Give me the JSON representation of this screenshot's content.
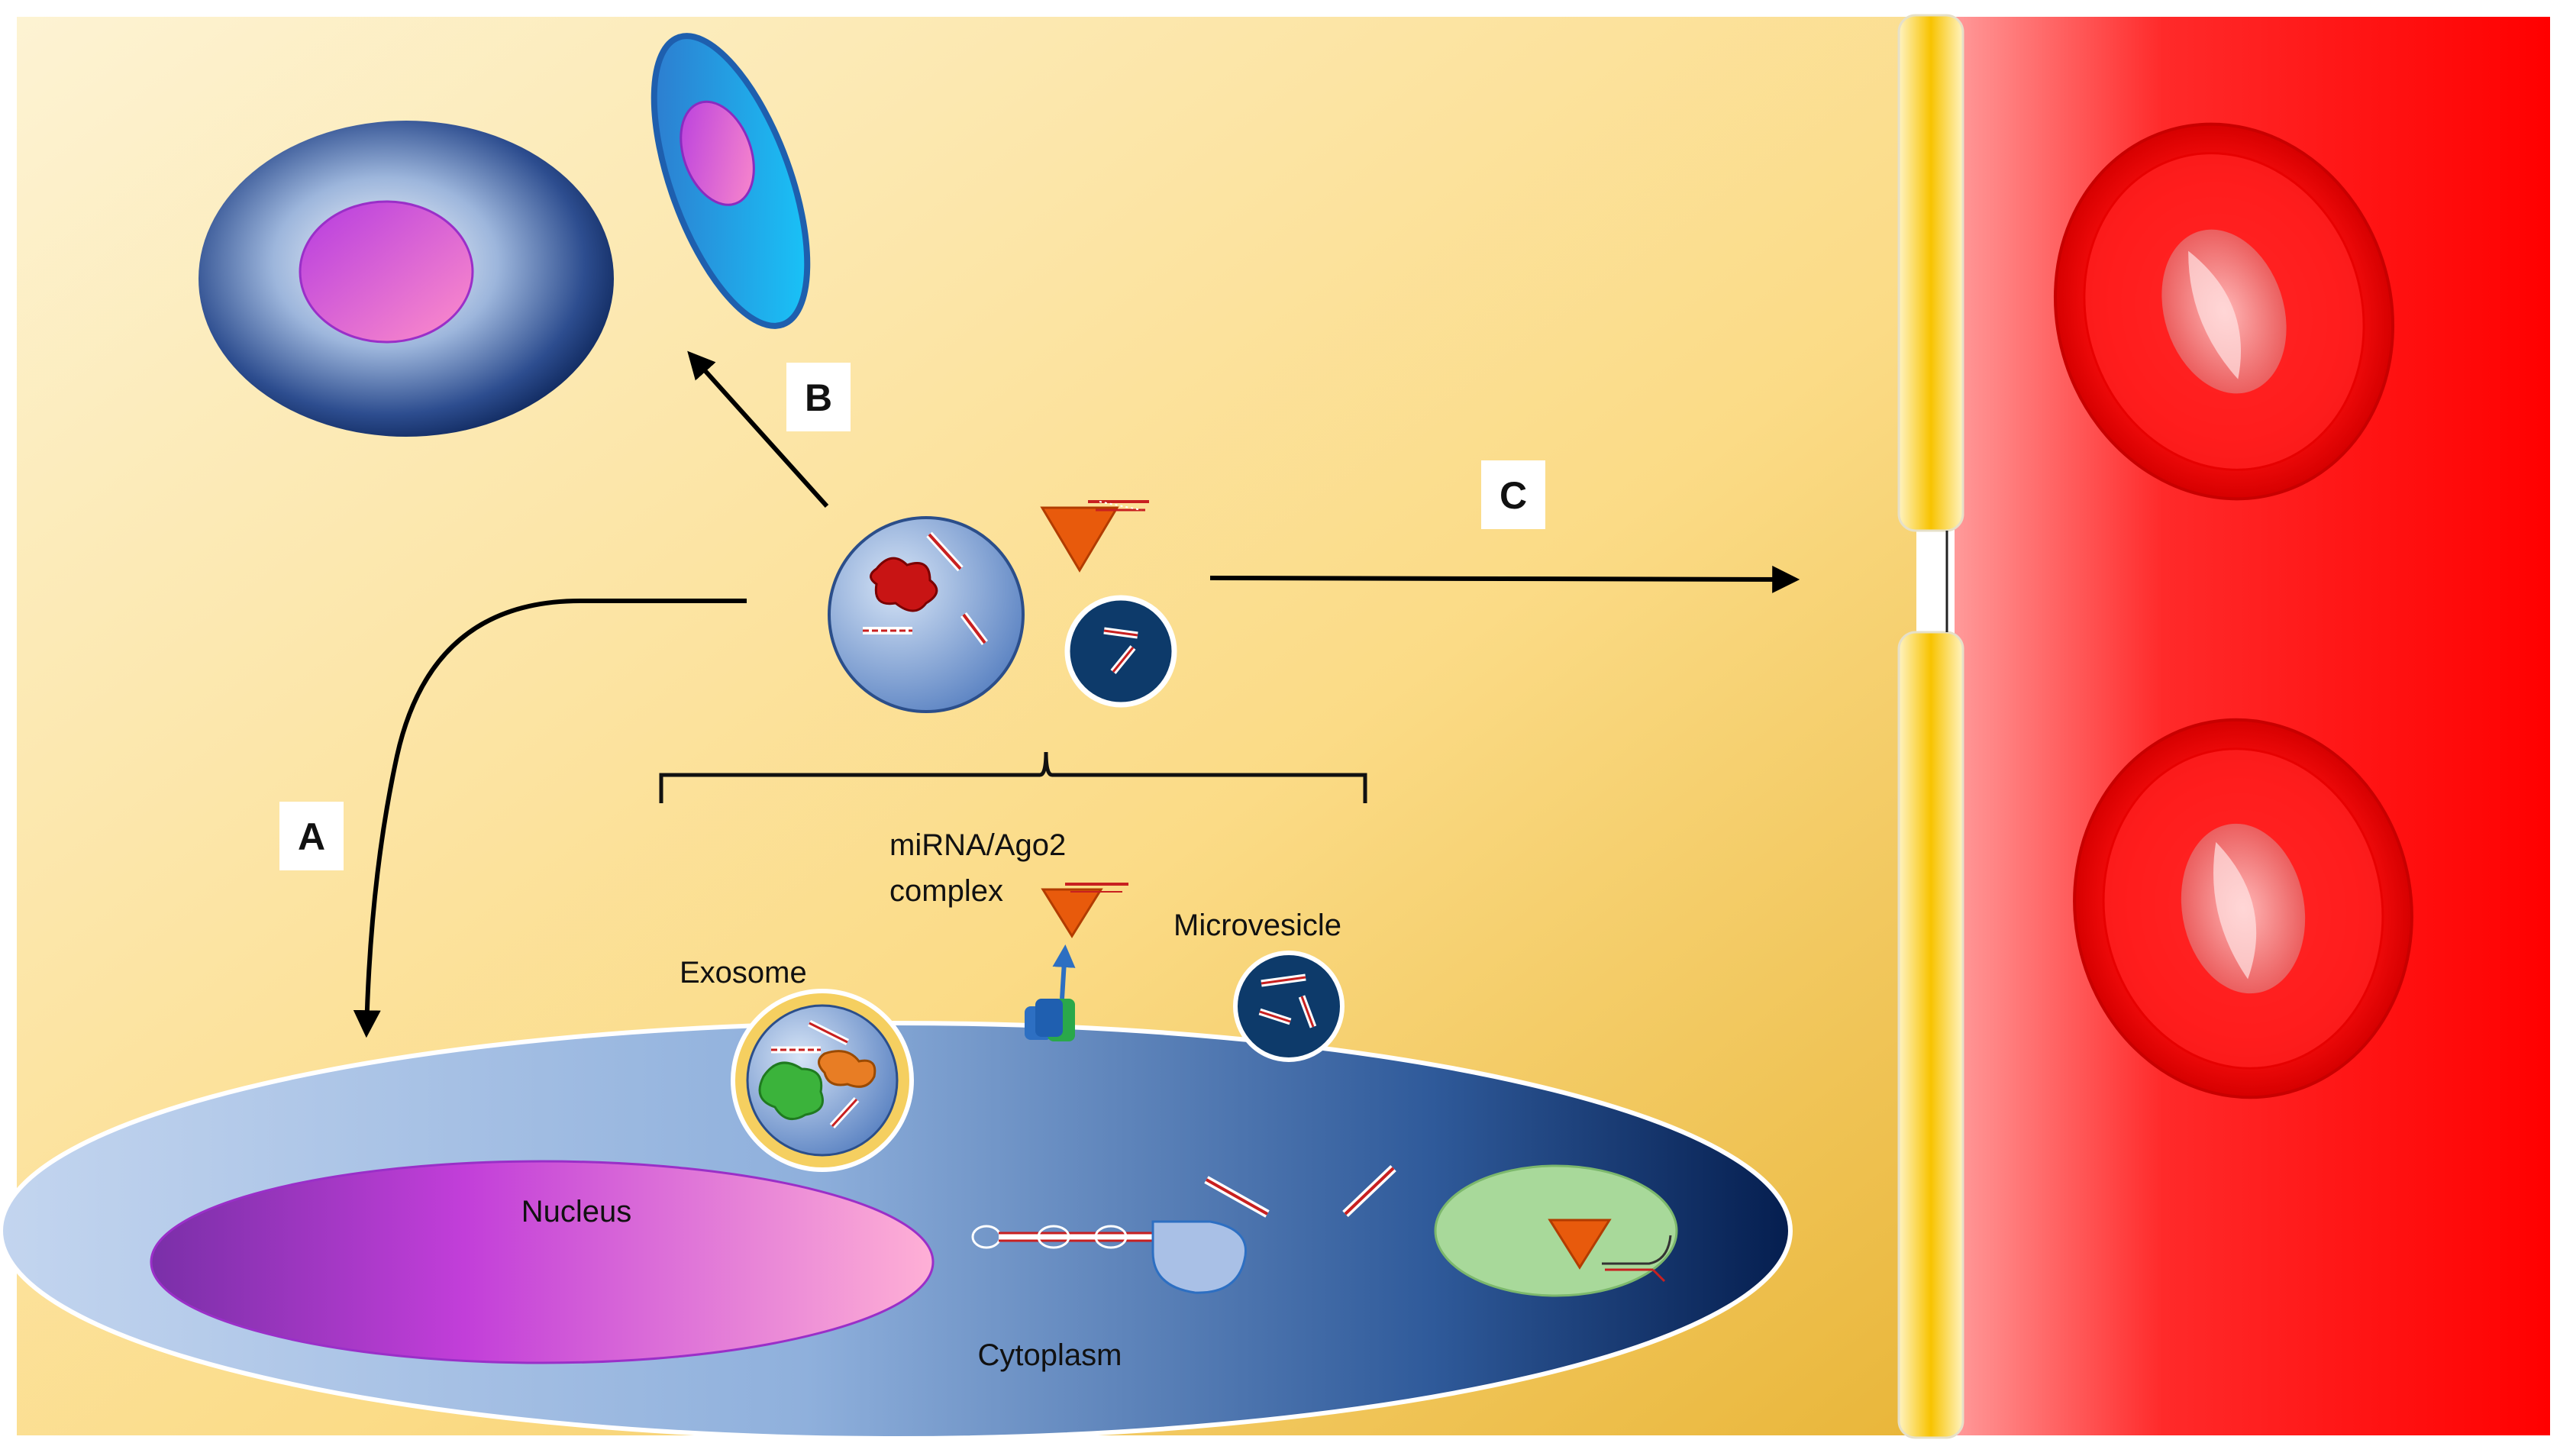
{
  "labels": {
    "a": "A",
    "b": "B",
    "c": "C",
    "mirna_line1": "miRNA/Ago2",
    "mirna_line2": "complex",
    "exosome": "Exosome",
    "microvesicle": "Microvesicle",
    "nucleus": "Nucleus",
    "cytoplasm": "Cytoplasm"
  },
  "colors": {
    "background_light": "#fdf2cf",
    "background_dark": "#f2c347",
    "blood_vessel": "#ff0000",
    "vessel_wall": "#f8c300",
    "nucleus": "#d23fd6",
    "cell_dark": "#0b2a5f",
    "cell_light": "#b7cbe9",
    "ago2": "#e85a0c",
    "green_body": "#a8d99a",
    "red_blood_cell": "#ff1010"
  }
}
